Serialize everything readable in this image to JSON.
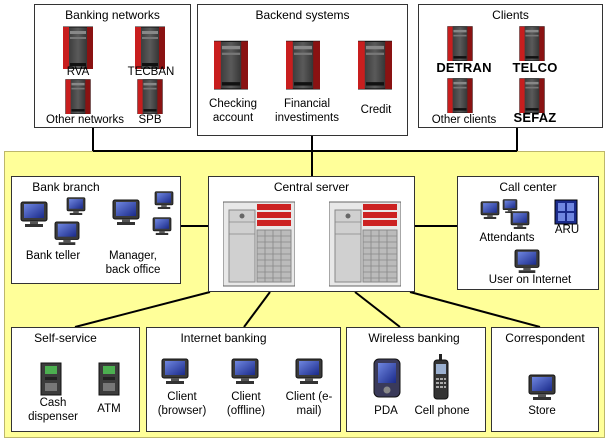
{
  "top": {
    "banking_networks": {
      "title": "Banking networks",
      "items": [
        "RVA",
        "TECBAN",
        "Other networks",
        "SPB"
      ]
    },
    "backend_systems": {
      "title": "Backend systems",
      "items": [
        "Checking account",
        "Financial investiments",
        "Credit"
      ]
    },
    "clients": {
      "title": "Clients",
      "items": [
        "DETRAN",
        "TELCO",
        "Other clients",
        "SEFAZ"
      ]
    }
  },
  "middle": {
    "bank_branch": {
      "title": "Bank branch",
      "items": [
        "Bank teller",
        "Manager, back office"
      ]
    },
    "central_server": {
      "title": "Central server"
    },
    "call_center": {
      "title": "Call center",
      "items": [
        "Attendants",
        "ARU",
        "User on Internet"
      ]
    }
  },
  "bottom": {
    "self_service": {
      "title": "Self-service",
      "items": [
        "Cash dispenser",
        "ATM"
      ]
    },
    "internet_banking": {
      "title": "Internet banking",
      "items": [
        "Client (browser)",
        "Client (offline)",
        "Client (e-mail)"
      ]
    },
    "wireless_banking": {
      "title": "Wireless banking",
      "items": [
        "PDA",
        "Cell phone"
      ]
    },
    "correspondent": {
      "title": "Correspondent",
      "items": [
        "Store"
      ]
    }
  },
  "colors": {
    "background_zone": "#ffff99",
    "server_accent": "#cc2222",
    "screen": "#2233aa"
  }
}
